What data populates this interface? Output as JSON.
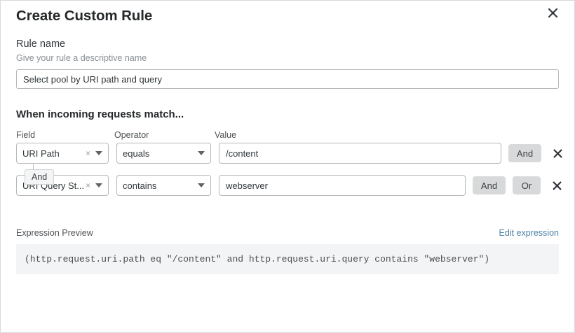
{
  "dialog": {
    "title": "Create Custom Rule",
    "close_icon": "close-icon"
  },
  "rule_name": {
    "label": "Rule name",
    "help": "Give your rule a descriptive name",
    "value": "Select pool by URI path and query",
    "placeholder": "Rule name"
  },
  "match": {
    "title": "When incoming requests match...",
    "columns": {
      "field": "Field",
      "operator": "Operator",
      "value": "Value"
    },
    "connector": "And",
    "rows": [
      {
        "field": "URI Path",
        "clear_icon": "×",
        "operator": "equals",
        "value": "/content",
        "placeholder": "Value",
        "buttons": [
          "And"
        ],
        "delete_icon": "close-icon"
      },
      {
        "field": "URI Query St...",
        "clear_icon": "×",
        "operator": "contains",
        "value": "webserver",
        "placeholder": "Value",
        "buttons": [
          "And",
          "Or"
        ],
        "delete_icon": "close-icon"
      }
    ]
  },
  "expression": {
    "label": "Expression Preview",
    "edit_link": "Edit expression",
    "text": "(http.request.uri.path eq \"/content\" and http.request.uri.query contains \"webserver\")"
  },
  "colors": {
    "link": "#4a7fa5",
    "button_bg": "#d7d9db",
    "code_bg": "#f3f4f5",
    "border": "#b6b8ba"
  }
}
